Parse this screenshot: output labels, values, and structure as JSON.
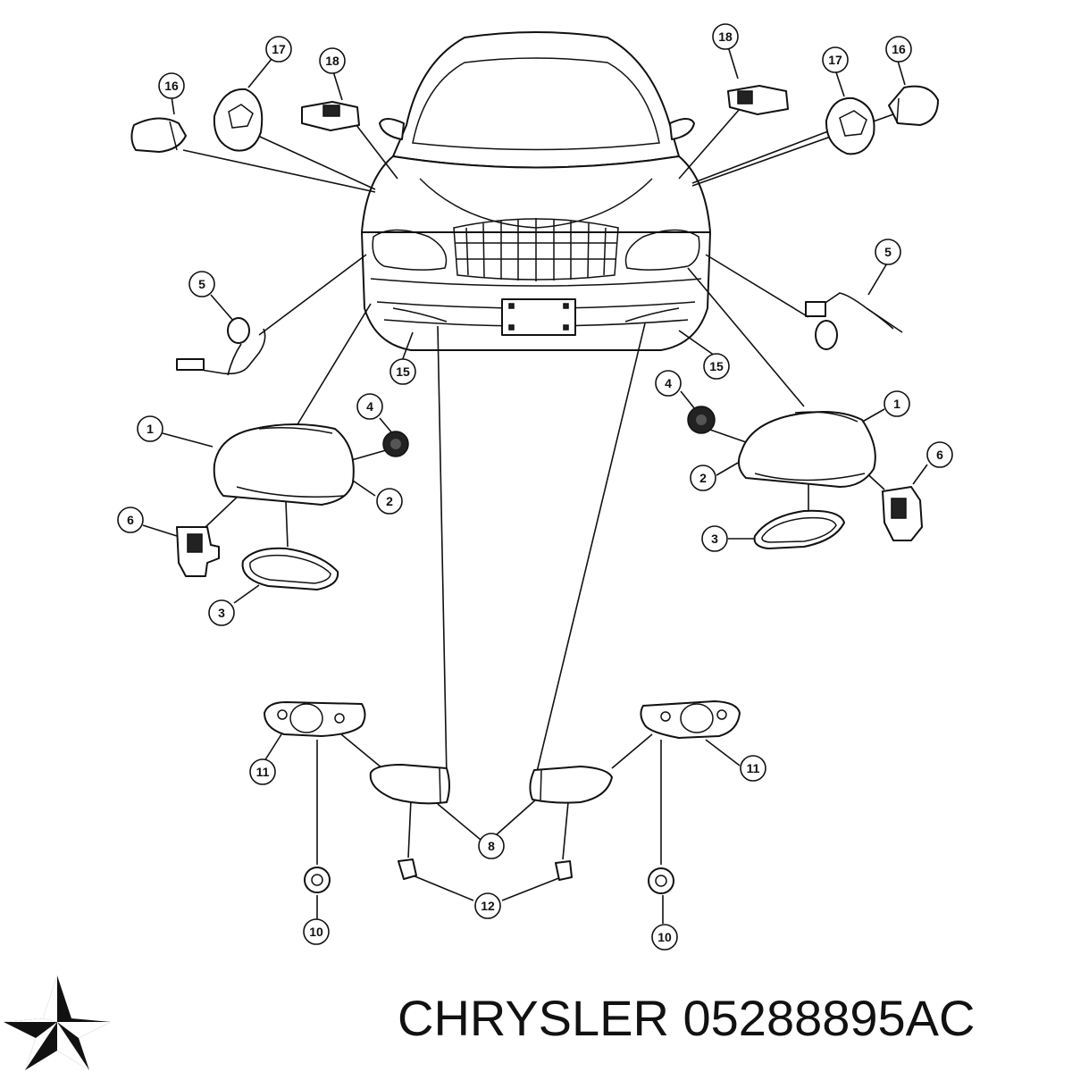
{
  "footer": {
    "brand": "CHRYSLER",
    "part_number": "05288895AC"
  },
  "logo": {
    "icon": "pentastar-logo-icon",
    "color": "#111111"
  },
  "callouts": [
    {
      "label": "16",
      "side": "left"
    },
    {
      "label": "17",
      "side": "left"
    },
    {
      "label": "18",
      "side": "left"
    },
    {
      "label": "18",
      "side": "right"
    },
    {
      "label": "17",
      "side": "right"
    },
    {
      "label": "16",
      "side": "right"
    },
    {
      "label": "5",
      "side": "left"
    },
    {
      "label": "5",
      "side": "right"
    },
    {
      "label": "15",
      "side": "left"
    },
    {
      "label": "15",
      "side": "right"
    },
    {
      "label": "4",
      "side": "left"
    },
    {
      "label": "4",
      "side": "right"
    },
    {
      "label": "1",
      "side": "left"
    },
    {
      "label": "1",
      "side": "right"
    },
    {
      "label": "2",
      "side": "left"
    },
    {
      "label": "2",
      "side": "right"
    },
    {
      "label": "6",
      "side": "left"
    },
    {
      "label": "6",
      "side": "right"
    },
    {
      "label": "3",
      "side": "left"
    },
    {
      "label": "3",
      "side": "right"
    },
    {
      "label": "11",
      "side": "left"
    },
    {
      "label": "11",
      "side": "right"
    },
    {
      "label": "8",
      "side": "center"
    },
    {
      "label": "12",
      "side": "center"
    },
    {
      "label": "10",
      "side": "left"
    },
    {
      "label": "10",
      "side": "right"
    }
  ]
}
